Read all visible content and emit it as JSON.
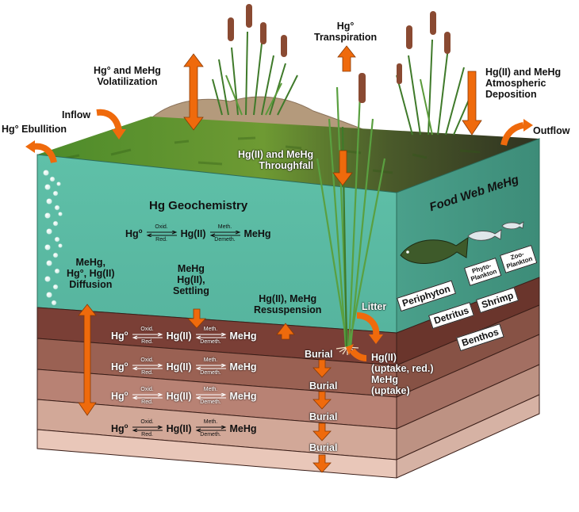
{
  "atmosphere": {
    "volatilization": "Hg° and MeHg\nVolatilization",
    "inflow": "Inflow",
    "ebullition": "Hg° Ebullition",
    "transpiration": "Hg°\nTranspiration",
    "deposition": "Hg(II) and MeHg\nAtmospheric\nDeposition",
    "outflow": "Outflow",
    "throughfall": "Hg(II) and MeHg\nThroughfall"
  },
  "water": {
    "title": "Hg Geochemistry",
    "diffusion": "MeHg,\nHg°, Hg(II)\nDiffusion",
    "settling": "MeHg\nHg(II),\nSettling",
    "resuspension": "Hg(II), MeHg\nResuspension"
  },
  "reaction": {
    "hg0": "Hg",
    "hg0_sup": "o",
    "oxid": "Oxid.",
    "red": "Red.",
    "hg2": "Hg(II)",
    "meth": "Meth.",
    "demeth": "Demeth.",
    "mehg": "MeHg"
  },
  "food_web": {
    "title": "Food Web MeHg",
    "periphyton": "Periphyton",
    "phytoplankton": "Phyto-\nPlankton",
    "zooplankton": "Zoo-\nPlankton",
    "detritus": "Detritus",
    "shrimp": "Shrimp",
    "benthos": "Benthos"
  },
  "sediment": {
    "litter": "Litter",
    "burial": "Burial",
    "uptake": "Hg(II)\n(uptake, red.)\nMeHg\n(uptake)"
  },
  "colors": {
    "arrow": "#ef6a0c",
    "water": "#5dbfa6",
    "grass": "#4f8a2a",
    "sediment_top": "#7a3f36",
    "sediment_bottom": "#e9c7b9"
  }
}
